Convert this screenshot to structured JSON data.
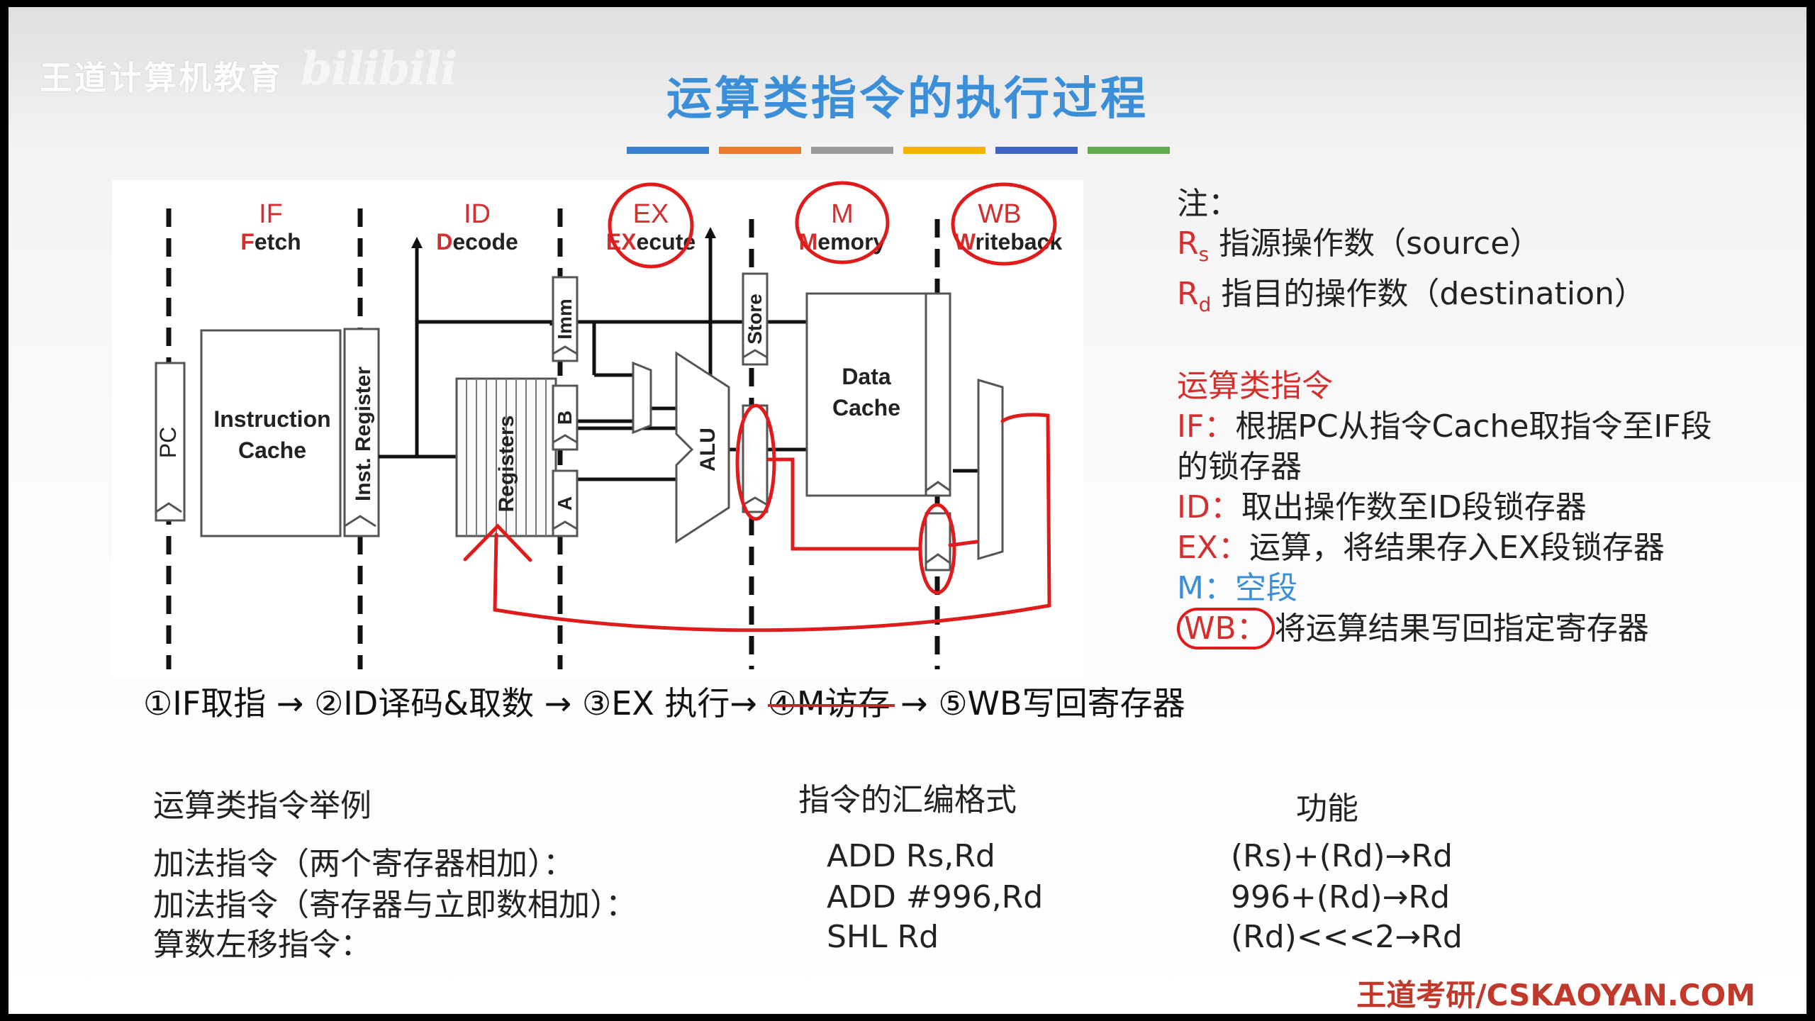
{
  "watermark": {
    "text": "王道计算机教育",
    "logo": "bilibili"
  },
  "title": "运算类指令的执行过程",
  "accent_colors": [
    "#3a7fd0",
    "#ec7a2c",
    "#9b9b9b",
    "#f5b300",
    "#3e63c4",
    "#62a84c"
  ],
  "diagram": {
    "stages": [
      {
        "abbr": "IF",
        "name_first": "F",
        "name_rest": "etch"
      },
      {
        "abbr": "ID",
        "name_first": "D",
        "name_rest": "ecode"
      },
      {
        "abbr": "EX",
        "name_first": "EX",
        "name_rest": "ecute"
      },
      {
        "abbr": "M",
        "name_first": "M",
        "name_rest": "emory"
      },
      {
        "abbr": "WB",
        "name_first": "W",
        "name_rest": "riteback"
      }
    ],
    "labels": {
      "pc": "PC",
      "icache_1": "Instruction",
      "icache_2": "Cache",
      "inst_reg": "Inst. Register",
      "registers": "Registers",
      "imm": "Imm",
      "b": "B",
      "a": "A",
      "alu": "ALU",
      "store": "Store",
      "dcache_1": "Data",
      "dcache_2": "Cache"
    }
  },
  "note": {
    "heading": "注：",
    "rs_main": "R",
    "rs_sub": "s",
    "rs_desc": "指源操作数（source）",
    "rd_main": "R",
    "rd_sub": "d",
    "rd_desc": "指目的操作数（destination）"
  },
  "stages_desc": {
    "heading": "运算类指令",
    "if_key": "IF：",
    "if_text_1": "根据PC从指令Cache取指令至IF段",
    "if_text_2": "的锁存器",
    "id_key": "ID：",
    "id_text": "取出操作数至ID段锁存器",
    "ex_key": "EX：",
    "ex_text": "运算，将结果存入EX段锁存器",
    "m_key": "M：",
    "m_text": "空段",
    "wb_key": "WB：",
    "wb_text": "将运算结果写回指定寄存器"
  },
  "flow": {
    "s1": "①IF取指",
    "s2": "②ID译码&取数",
    "s3": "③EX 执行",
    "s4": "④M访存",
    "s5": "⑤WB写回寄存器",
    "arrow": "→"
  },
  "examples": {
    "headers": [
      "运算类指令举例",
      "指令的汇编格式",
      "功能"
    ],
    "rows": [
      {
        "desc": "加法指令（两个寄存器相加）：",
        "asm": "ADD  Rs,Rd",
        "func": "(Rs)+(Rd)→Rd"
      },
      {
        "desc": "加法指令（寄存器与立即数相加）：",
        "asm": "ADD  #996,Rd",
        "func": "996+(Rd)→Rd"
      },
      {
        "desc": "算数左移指令：",
        "asm": "SHL   Rd",
        "func": "(Rd)<<<2→Rd"
      }
    ]
  },
  "footer": "王道考研/CSKAOYAN.COM"
}
